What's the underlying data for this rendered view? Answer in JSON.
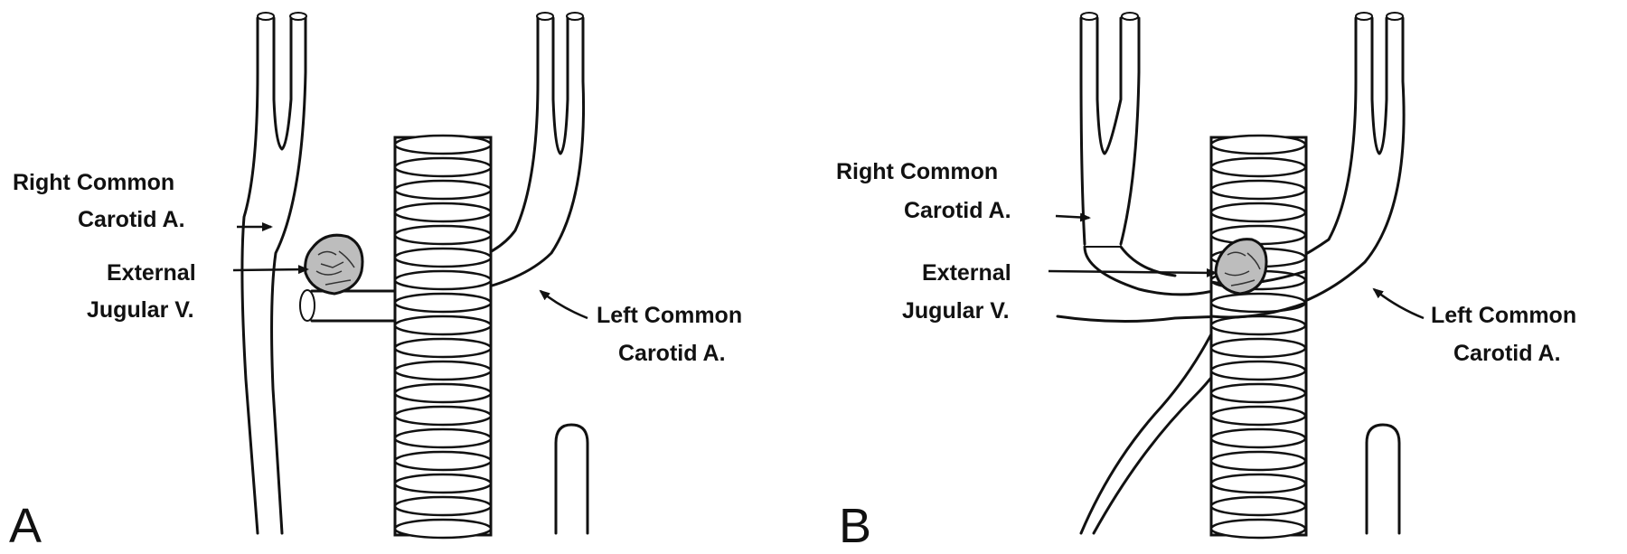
{
  "panels": [
    {
      "letter": "A",
      "labels": {
        "right_common_carotid": [
          "Right Common",
          "Carotid A."
        ],
        "external_jugular": [
          "External",
          "Jugular V."
        ],
        "left_common_carotid": [
          "Left Common",
          "Carotid A."
        ]
      }
    },
    {
      "letter": "B",
      "labels": {
        "right_common_carotid": [
          "Right Common",
          "Carotid A."
        ],
        "external_jugular": [
          "External",
          "Jugular V."
        ],
        "left_common_carotid": [
          "Left Common",
          "Carotid A."
        ]
      }
    }
  ]
}
